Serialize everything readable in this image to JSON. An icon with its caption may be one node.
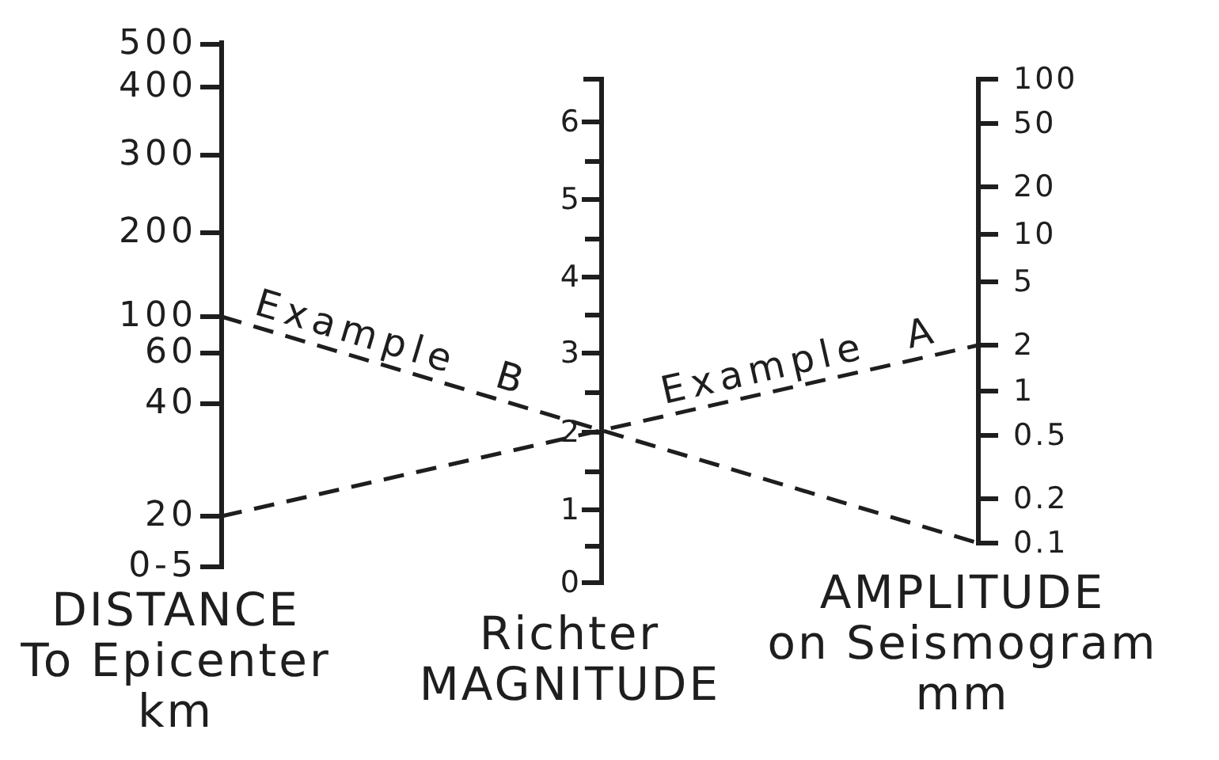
{
  "diagram": {
    "labels": [
      "500",
      "400",
      "300",
      "200",
      "100",
      "60",
      "40",
      "20",
      "0-5",
      "6",
      "5",
      "4",
      "3",
      "2",
      "1",
      "0",
      "100",
      "50",
      "20",
      "10",
      "5",
      "2",
      "1",
      "0.5",
      "0.2",
      "0.1",
      "Example B",
      "Example A",
      "DISTANCE To Epicenter km",
      "Richter MAGNITUDE",
      "AMPLITUDE on Seismogram mm"
    ]
  }
}
